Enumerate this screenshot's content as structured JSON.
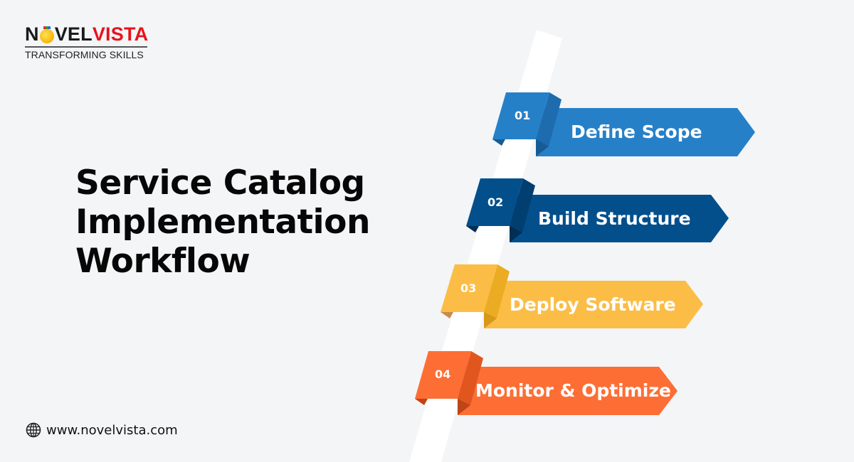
{
  "logo": {
    "word_part1": "N",
    "word_part2": "VEL",
    "word_part3": "VISTA",
    "tagline": "TRANSFORMING SKILLS"
  },
  "title": {
    "lines": [
      "Service Catalog",
      "Implementation",
      "Workflow"
    ]
  },
  "footer": {
    "icon": "globe-icon",
    "website": "www.novelvista.com"
  },
  "colors": {
    "background": "#f3f5f7",
    "stripe": "#ffffff",
    "step1": "#2680c8",
    "step2": "#034f8c",
    "step3": "#fbbd46",
    "step4": "#fd6e35"
  },
  "steps": [
    {
      "number": "01",
      "label": "Define Scope",
      "color": "#2680c8",
      "side": "#1e6cae",
      "fold": "#175b94"
    },
    {
      "number": "02",
      "label": "Build Structure",
      "color": "#034f8c",
      "side": "#023f71",
      "fold": "#012e54"
    },
    {
      "number": "03",
      "label": "Deploy Software",
      "color": "#fbbd46",
      "side": "#ebac23",
      "fold": "#c98a4d"
    },
    {
      "number": "04",
      "label": "Monitor & Optimize",
      "color": "#fd6e35",
      "side": "#e1561f",
      "fold": "#bd4516"
    }
  ]
}
